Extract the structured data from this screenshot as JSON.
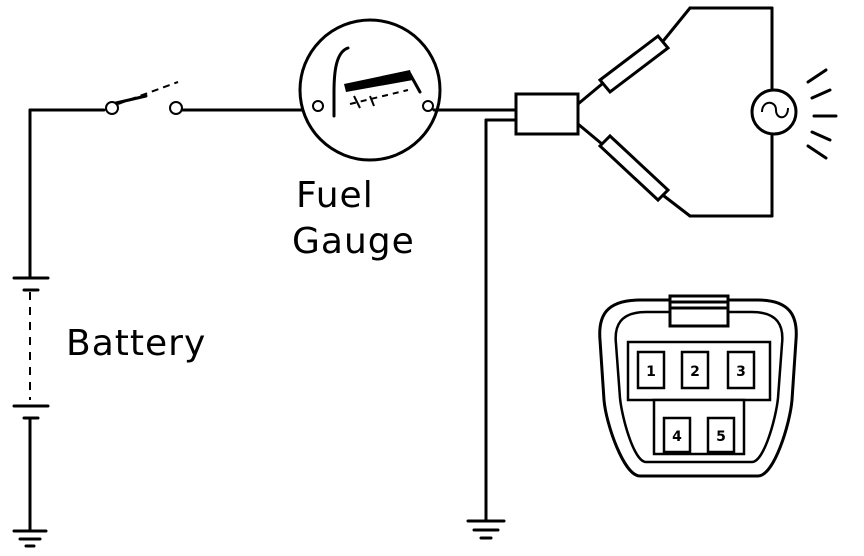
{
  "labels": {
    "fuel": "Fuel",
    "gauge": "Gauge",
    "battery": "Battery"
  },
  "connector": {
    "pins": [
      "1",
      "2",
      "3",
      "4",
      "5"
    ]
  }
}
